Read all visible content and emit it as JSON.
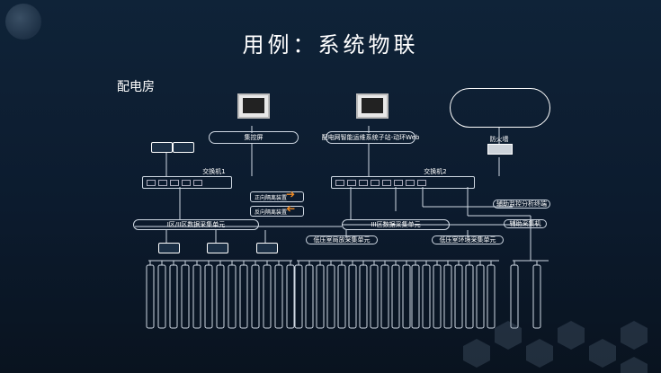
{
  "slide": {
    "title": "用例：系统物联",
    "room_label": "配电房"
  },
  "nodes": {
    "monitor_screen": "集控屏",
    "web_station": "配电网智能运维系统子站-动环Web",
    "firewall": "防火墙",
    "switch_1": "交换机1",
    "switch_2": "交换机2",
    "bus_left": "I区/II区数据采集单元",
    "bus_right": "III区数据采集单元",
    "relay_1": "正向隔离装置",
    "relay_2": "反向隔离装置",
    "collector_1": "低压室局放采集单元",
    "collector_2": "低压室环境采集单元",
    "right_1": "辅助监控分析终端",
    "right_2": "辅助采集机"
  },
  "colors": {
    "accent": "#f08a24",
    "line": "#cfd8e3",
    "text": "#ffffff"
  }
}
